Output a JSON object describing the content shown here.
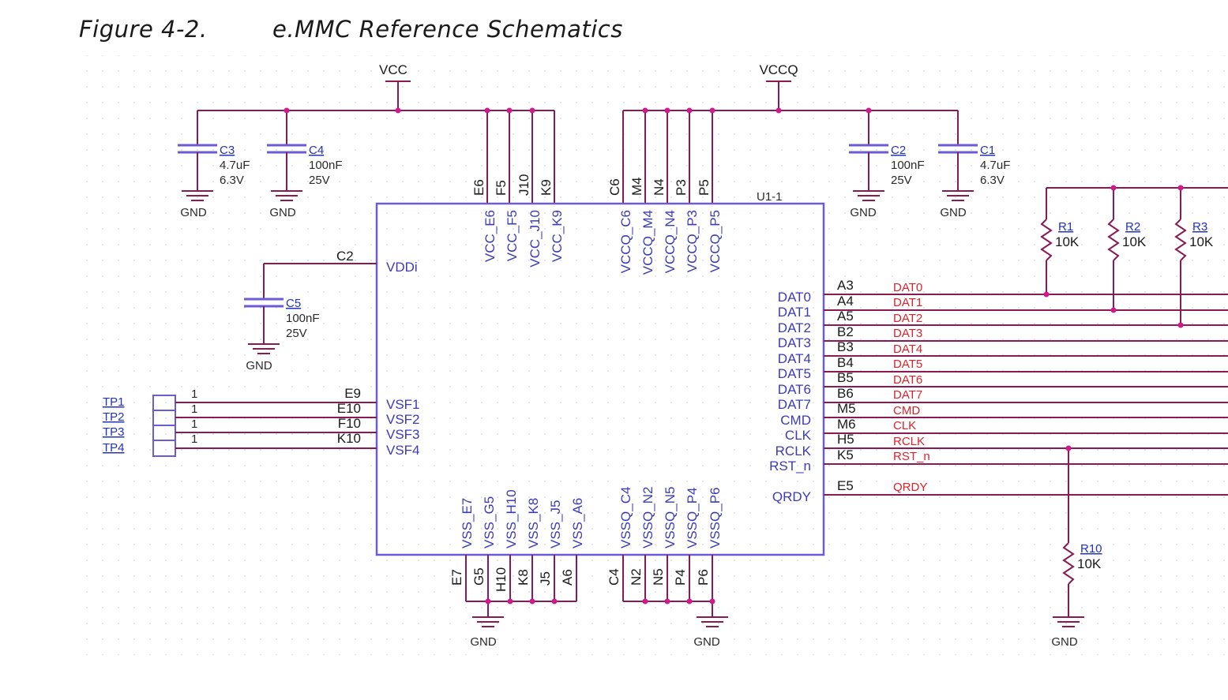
{
  "caption": {
    "number": "Figure 4-2.",
    "title": "e.MMC Reference Schematics"
  },
  "colors": {
    "wire": "#8a1a52",
    "chip_outline": "#6b5bd6",
    "pin_name": "#3b3bb8",
    "net_label": "#e0202a",
    "junction": "#d01a8a",
    "ref_designator": "#2233bb"
  },
  "rails": {
    "vcc": "VCC",
    "vccq": "VCCQ"
  },
  "ground_label": "GND",
  "chip": {
    "refdes": "U1-1",
    "vddi_pin": "VDDi",
    "vddi_net": "C2",
    "top_vcc_balls": [
      "E6",
      "F5",
      "J10",
      "K9"
    ],
    "top_vcc_names": [
      "VCC_E6",
      "VCC_F5",
      "VCC_J10",
      "VCC_K9"
    ],
    "top_vccq_balls": [
      "C6",
      "M4",
      "N4",
      "P3",
      "P5"
    ],
    "top_vccq_names": [
      "VCCQ_C6",
      "VCCQ_M4",
      "VCCQ_N4",
      "VCCQ_P3",
      "VCCQ_P5"
    ],
    "bottom_vss_balls": [
      "E7",
      "G5",
      "H10",
      "K8",
      "J5",
      "A6"
    ],
    "bottom_vss_names": [
      "VSS_E7",
      "VSS_G5",
      "VSS_H10",
      "VSS_K8",
      "VSS_J5",
      "VSS_A6"
    ],
    "bottom_vssq_balls": [
      "C4",
      "N2",
      "N5",
      "P4",
      "P6"
    ],
    "bottom_vssq_names": [
      "VSSQ_C4",
      "VSSQ_N2",
      "VSSQ_N5",
      "VSSQ_P4",
      "VSSQ_P6"
    ],
    "vsf_pins": [
      {
        "name": "VSF1",
        "ball": "E9",
        "tp": "TP1",
        "pin": "1"
      },
      {
        "name": "VSF2",
        "ball": "E10",
        "tp": "TP2",
        "pin": "1"
      },
      {
        "name": "VSF3",
        "ball": "F10",
        "tp": "TP3",
        "pin": "1"
      },
      {
        "name": "VSF4",
        "ball": "K10",
        "tp": "TP4",
        "pin": "1"
      }
    ],
    "right_pins": [
      {
        "name": "DAT0",
        "ball": "A3",
        "net": "DAT0"
      },
      {
        "name": "DAT1",
        "ball": "A4",
        "net": "DAT1"
      },
      {
        "name": "DAT2",
        "ball": "A5",
        "net": "DAT2"
      },
      {
        "name": "DAT3",
        "ball": "B2",
        "net": "DAT3"
      },
      {
        "name": "DAT4",
        "ball": "B3",
        "net": "DAT4"
      },
      {
        "name": "DAT5",
        "ball": "B4",
        "net": "DAT5"
      },
      {
        "name": "DAT6",
        "ball": "B5",
        "net": "DAT6"
      },
      {
        "name": "DAT7",
        "ball": "B6",
        "net": "DAT7"
      },
      {
        "name": "CMD",
        "ball": "M5",
        "net": "CMD"
      },
      {
        "name": "CLK",
        "ball": "M6",
        "net": "CLK"
      },
      {
        "name": "RCLK",
        "ball": "H5",
        "net": "RCLK"
      },
      {
        "name": "RST_n",
        "ball": "K5",
        "net": "RST_n"
      }
    ],
    "qrdy": {
      "name": "QRDY",
      "ball": "E5",
      "net": "QRDY"
    }
  },
  "capacitors": [
    {
      "ref": "C3",
      "value": "4.7uF",
      "rating": "6.3V"
    },
    {
      "ref": "C4",
      "value": "100nF",
      "rating": "25V"
    },
    {
      "ref": "C2",
      "value": "100nF",
      "rating": "25V"
    },
    {
      "ref": "C1",
      "value": "4.7uF",
      "rating": "6.3V"
    },
    {
      "ref": "C5",
      "value": "100nF",
      "rating": "25V"
    }
  ],
  "resistors": [
    {
      "ref": "R1",
      "value": "10K"
    },
    {
      "ref": "R2",
      "value": "10K"
    },
    {
      "ref": "R3",
      "value": "10K"
    },
    {
      "ref": "R10",
      "value": "10K"
    }
  ]
}
